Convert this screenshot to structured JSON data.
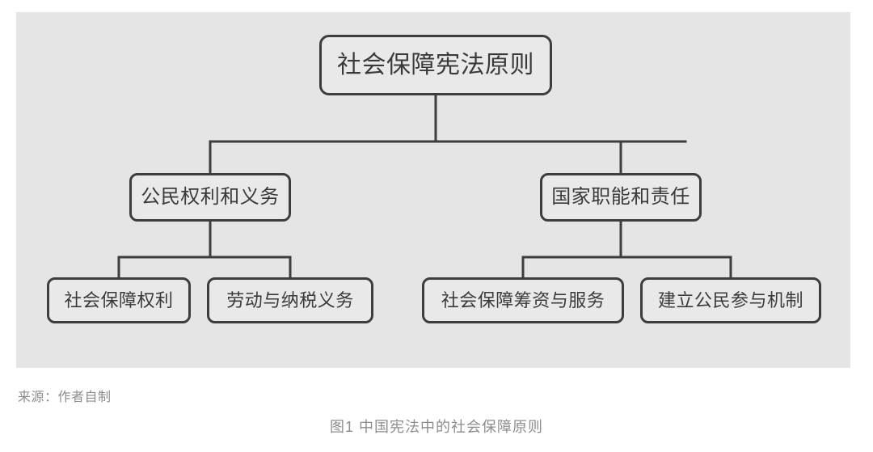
{
  "figure": {
    "panel_background": "#e5e5e5",
    "page_background": "#ffffff",
    "node_fill": "#e9e9e9",
    "node_border": "#3d3d3d",
    "text_color": "#3a3a3a",
    "caption_color": "#8d8d8d",
    "source_note": "来源：作者自制",
    "caption": "图1  中国宪法中的社会保障原则"
  },
  "diagram": {
    "type": "tree",
    "root": {
      "id": "root",
      "label": "社会保障宪法原则"
    },
    "level2": [
      {
        "id": "citizen-rights",
        "label": "公民权利和义务"
      },
      {
        "id": "state-duties",
        "label": "国家职能和责任"
      }
    ],
    "level3": [
      {
        "id": "social-security-right",
        "label": "社会保障权利",
        "parent": "citizen-rights"
      },
      {
        "id": "labor-tax-duty",
        "label": "劳动与纳税义务",
        "parent": "citizen-rights"
      },
      {
        "id": "funding-service",
        "label": "社会保障筹资与服务",
        "parent": "state-duties"
      },
      {
        "id": "participation-mechanism",
        "label": "建立公民参与机制",
        "parent": "state-duties"
      }
    ]
  }
}
